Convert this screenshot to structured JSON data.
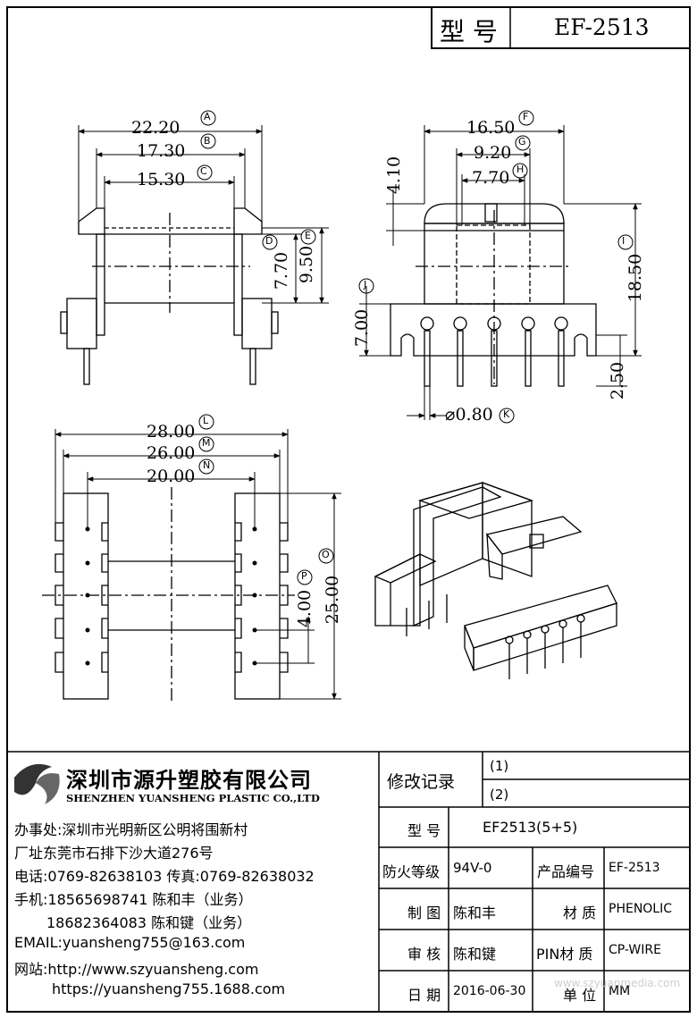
{
  "header": {
    "model_label": "型 号",
    "model_value": "EF-2513"
  },
  "dimensions": {
    "A": {
      "value": "22.20",
      "letter": "A"
    },
    "B": {
      "value": "17.30",
      "letter": "B"
    },
    "C": {
      "value": "15.30",
      "letter": "C"
    },
    "D": {
      "value": "7.70",
      "letter": "D"
    },
    "E": {
      "value": "9.50",
      "letter": "E"
    },
    "F": {
      "value": "16.50",
      "letter": "F"
    },
    "G": {
      "value": "9.20",
      "letter": "G"
    },
    "H": {
      "value": "7.70",
      "letter": "H"
    },
    "I": {
      "value": "18.50",
      "letter": "I"
    },
    "J": {
      "value": "7.00",
      "letter": "J"
    },
    "K": {
      "value": "⌀0.80",
      "letter": "K"
    },
    "L": {
      "value": "28.00",
      "letter": "L"
    },
    "M": {
      "value": "26.00",
      "letter": "M"
    },
    "N": {
      "value": "20.00",
      "letter": "N"
    },
    "O": {
      "value": "25.00",
      "letter": "O"
    },
    "P": {
      "value": "4.00",
      "letter": "P"
    },
    "top_height": "4.10",
    "pin_length": "2.50"
  },
  "company": {
    "name_cn": "深圳市源升塑胶有限公司",
    "name_en": "SHENZHEN YUANSHENG PLASTIC CO.,LTD",
    "lines": [
      "办事处:深圳市光明新区公明将围新村",
      "厂址东莞市石排下沙大道276号",
      "电话:0769-82638103 传真:0769-82638032",
      "手机:18565698741 陈和丰（业务）",
      "18682364083 陈和键（业务）",
      "EMAIL:yuansheng755@163.com",
      "网站:http://www.szyuansheng.com",
      "https://yuansheng755.1688.com"
    ]
  },
  "revision": {
    "label": "修改记录",
    "row1": "(1)",
    "row2": "(2)"
  },
  "table": {
    "model_label": "型 号",
    "model_value": "EF2513(5+5)",
    "fire_label": "防火等级",
    "fire_value": "94V-0",
    "product_no_label": "产品编号",
    "product_no_value": "EF-2513",
    "drawn_label": "制 图",
    "drawn_value": "陈和丰",
    "material_label": "材 质",
    "material_value": "PHENOLIC",
    "check_label": "审 核",
    "check_value": "陈和键",
    "pin_material_label": "PIN材 质",
    "pin_material_value": "CP-WIRE",
    "date_label": "日 期",
    "date_value": "2016-06-30",
    "unit_label": "单 位",
    "unit_value": "MM"
  },
  "watermark": "www.szyuanmedia.com"
}
